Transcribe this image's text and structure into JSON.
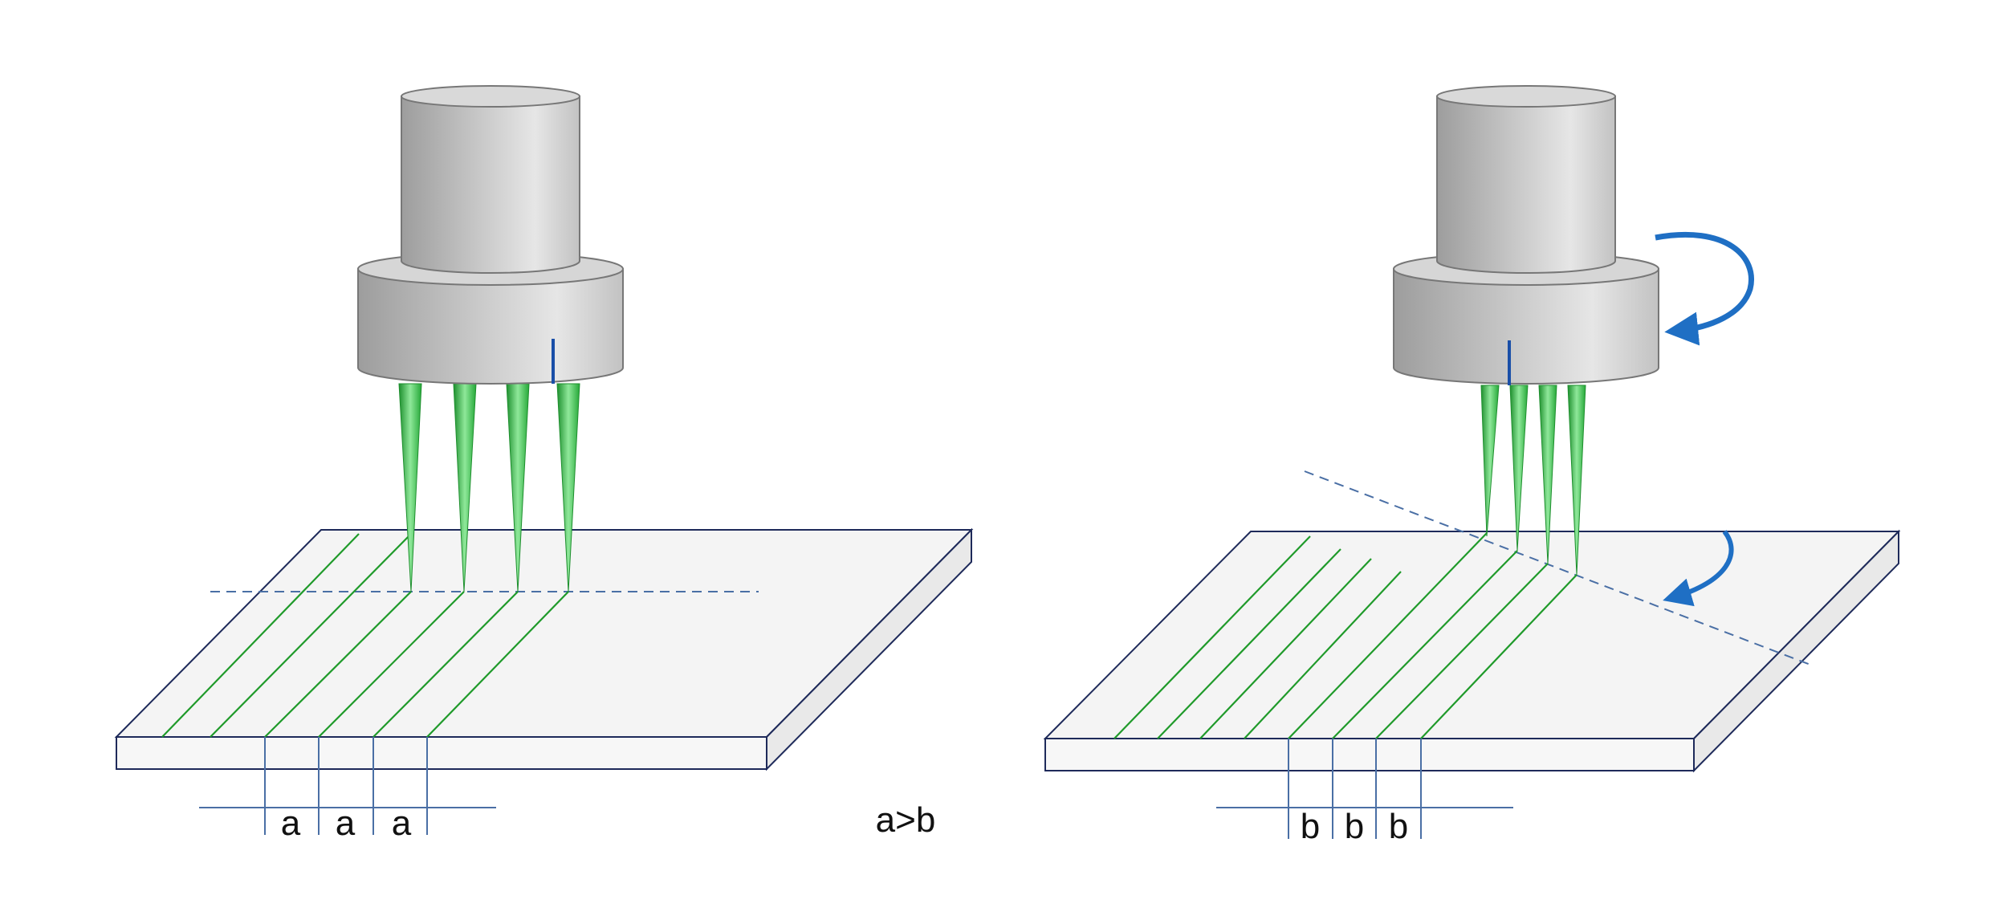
{
  "labels": {
    "spacing_a": [
      "a",
      "a",
      "a"
    ],
    "spacing_b": [
      "b",
      "b",
      "b"
    ],
    "relation": "a>b"
  },
  "colors": {
    "beam": "#2fb844",
    "track": "#1f9a2a",
    "guide_line": "#4a6fa5",
    "rotation_arrow": "#1f6fc4",
    "plate_outline": "#1e2a5a",
    "plate_fill": "#f3f3f3",
    "head_gray": "#b8b8b8",
    "marker": "#1a4fa8"
  },
  "icons": {
    "rotation_head": "curved-arrow-icon",
    "rotation_plate": "curved-arrow-icon"
  }
}
